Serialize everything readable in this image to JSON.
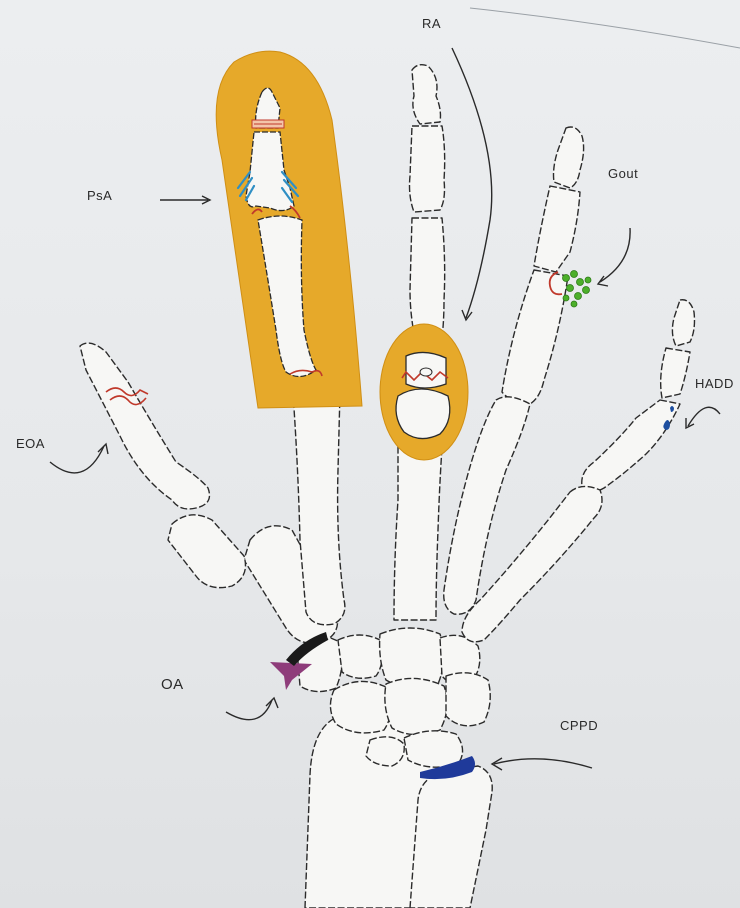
{
  "labels": {
    "ra": "RA",
    "psa": "PsA",
    "gout": "Gout",
    "eoa": "EOA",
    "hadd": "HADD",
    "oa": "OA",
    "cppd": "CPPD"
  },
  "colors": {
    "inflammation": "#e6a92a",
    "erosion_line": "#c0392b",
    "enthesitis": "#2f8fc4",
    "tophi": "#4caf2a",
    "hadd_deposit": "#1e4fa0",
    "oa_osteophyte": "#8e3c7a",
    "cppd_deposit": "#1f3a9a",
    "synovitis_grey": "#b8b8bb"
  }
}
